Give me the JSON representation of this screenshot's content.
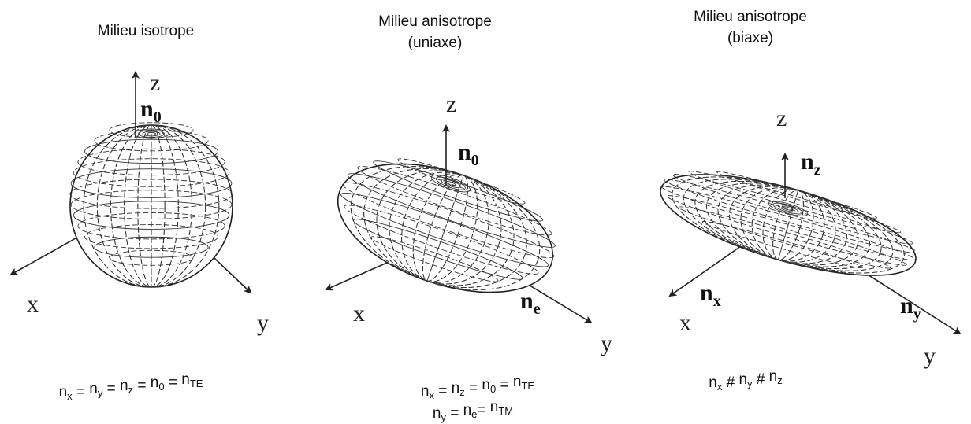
{
  "panels": [
    {
      "title_lines": [
        "Milieu isotrope"
      ],
      "axes": {
        "z": "z",
        "x": "x",
        "y": "y"
      },
      "index_labels": [
        {
          "base": "n",
          "sub": "0"
        }
      ],
      "formula_lines": [
        [
          {
            "b": "n",
            "s": "x"
          },
          {
            "t": " = "
          },
          {
            "b": "n",
            "s": "y"
          },
          {
            "t": " = "
          },
          {
            "b": "n",
            "s": "z"
          },
          {
            "t": " = "
          },
          {
            "b": "n",
            "s": "0"
          },
          {
            "t": " = "
          },
          {
            "b": "n",
            "s": "TE"
          }
        ]
      ]
    },
    {
      "title_lines": [
        "Milieu anisotrope",
        "(uniaxe)"
      ],
      "axes": {
        "z": "z",
        "x": "x",
        "y": "y"
      },
      "index_labels": [
        {
          "base": "n",
          "sub": "0"
        },
        {
          "base": "n",
          "sub": "e"
        }
      ],
      "formula_lines": [
        [
          {
            "b": "n",
            "s": "x"
          },
          {
            "t": " = "
          },
          {
            "b": "n",
            "s": "z"
          },
          {
            "t": " = "
          },
          {
            "b": "n",
            "s": "0"
          },
          {
            "t": " = "
          },
          {
            "b": "n",
            "s": "TE"
          }
        ],
        [
          {
            "b": "n",
            "s": "y"
          },
          {
            "t": " = "
          },
          {
            "b": "n",
            "s": "e"
          },
          {
            "t": "= "
          },
          {
            "b": "n",
            "s": "TM"
          }
        ]
      ]
    },
    {
      "title_lines": [
        "Milieu anisotrope",
        "(biaxe)"
      ],
      "axes": {
        "z": "z",
        "x": "x",
        "y": "y"
      },
      "index_labels": [
        {
          "base": "n",
          "sub": "z"
        },
        {
          "base": "n",
          "sub": "x"
        },
        {
          "base": "n",
          "sub": "y"
        }
      ],
      "formula_lines": [
        [
          {
            "b": "n",
            "s": "x"
          },
          {
            "t": " # "
          },
          {
            "b": "n",
            "s": "y"
          },
          {
            "t": " # "
          },
          {
            "b": "n",
            "s": "z"
          }
        ]
      ]
    }
  ]
}
